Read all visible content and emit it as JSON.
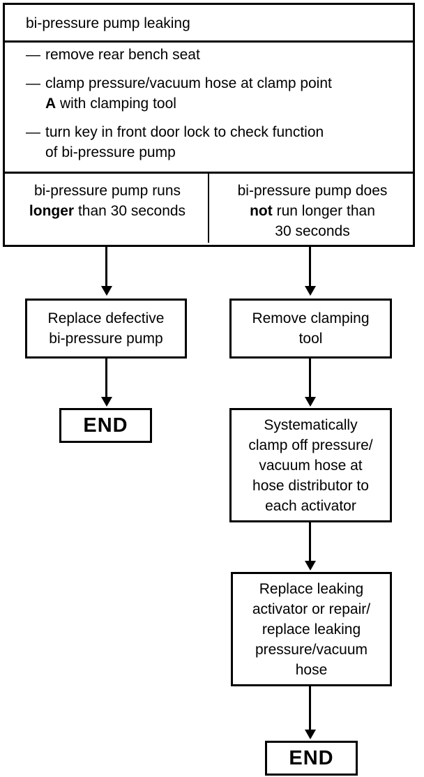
{
  "header": {
    "title": "bi-pressure pump leaking"
  },
  "steps": [
    {
      "dash": "—",
      "text": "remove rear bench seat"
    },
    {
      "dash": "—",
      "text_pre": "clamp pressure/vacuum hose at clamp point",
      "text_bold": "A",
      "text_post": "with clamping tool"
    },
    {
      "dash": "—",
      "text_pre": "turn key in front door lock to check function",
      "text_post": "of bi-pressure pump"
    }
  ],
  "outcomes": {
    "left": {
      "line1": "bi-pressure pump runs",
      "bold": "longer",
      "rest": "than 30 seconds"
    },
    "right": {
      "line1": "bi-pressure pump does",
      "bold": "not",
      "rest": "run longer than",
      "line3": "30 seconds"
    }
  },
  "boxes": {
    "replace_pump": [
      "Replace defective",
      "bi-pressure pump"
    ],
    "remove_tool": [
      "Remove clamping",
      "tool"
    ],
    "systematic": [
      "Systematically",
      "clamp off pressure/",
      "vacuum hose at",
      "hose distributor to",
      "each activator"
    ],
    "replace_activator": [
      "Replace leaking",
      "activator or repair/",
      "replace leaking",
      "pressure/vacuum",
      "hose"
    ],
    "end_left": "END",
    "end_right": "END"
  }
}
